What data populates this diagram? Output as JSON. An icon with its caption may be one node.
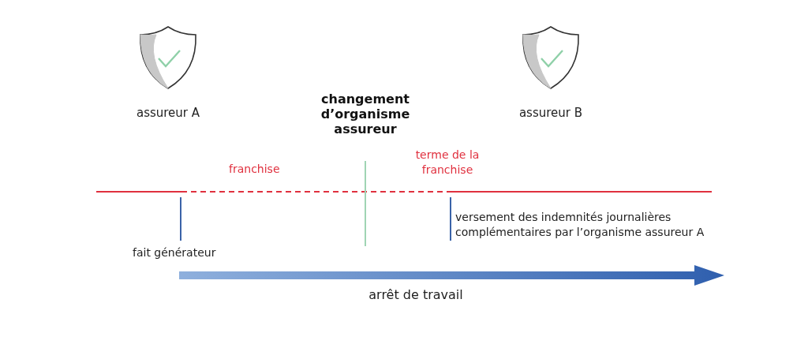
{
  "diagram": {
    "nodes": [
      {
        "text": [
          "assureur A"
        ]
      },
      {
        "text": [
          "assureur B"
        ]
      }
    ],
    "labels": [
      "changement d’organisme assureur",
      "franchise",
      "terme de la franchise",
      "fait générateur",
      "versement des indemnités journalières complémentaires par l’organisme assureur A",
      "arrêt de travail"
    ]
  }
}
